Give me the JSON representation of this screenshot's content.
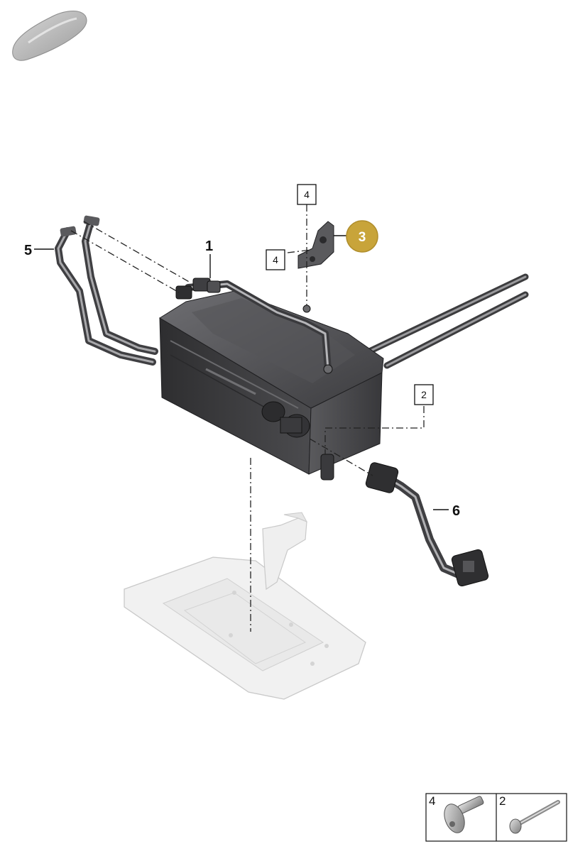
{
  "callouts": {
    "part_1": "1",
    "part_3": "3",
    "part_5": "5",
    "part_6": "6",
    "ref_4_top": "4",
    "ref_4_side": "4",
    "ref_2": "2"
  },
  "fastener_legend": {
    "cell_left_number": "4",
    "cell_right_number": "2"
  },
  "icons": {
    "thumbnail": "car-silhouette-icon",
    "screw_4": "flange-bolt-icon",
    "screw_2": "long-bolt-icon"
  },
  "colors": {
    "highlight": "#C8A43A",
    "part_dark": "#4a4a4d",
    "ghost_part": "#ececec"
  }
}
